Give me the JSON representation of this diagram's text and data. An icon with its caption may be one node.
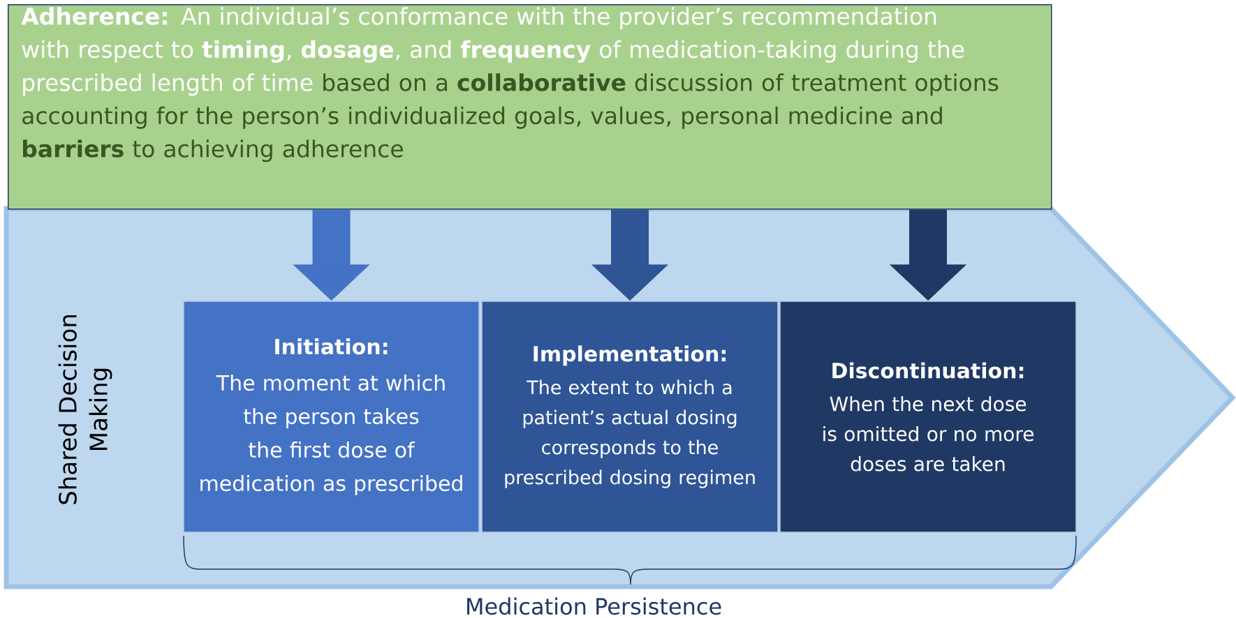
{
  "diagram": {
    "nodes": [
      {
        "text": [
          "**Adherence:** An individual’s conformance with the provider’s recommendation with respect to **timing**, **dosage**, and **frequency** of medication-taking during the prescribed length of time",
          "based on a **collaborative** discussion of treatment options accounting for the person’s individualized goals, values, personal medicine and **barriers** to achieving adherence"
        ]
      },
      {
        "text": [
          "Shared Decision Making"
        ]
      },
      {
        "text": [
          "Initiation:",
          "The moment at which the person takes the first dose of medication as prescribed"
        ],
        "in": 1
      },
      {
        "text": [
          "Implementation:",
          "The extent to which a patient’s actual dosing corresponds to the prescribed dosing regimen"
        ],
        "in": 1
      },
      {
        "text": [
          "Discontinuation:",
          "When the next dose is omitted or no more doses are taken"
        ],
        "in": 1
      }
    ],
    "edges": [
      {
        "from": 0,
        "to": 2,
        "arrow": "to",
        "color": "#4472c4"
      },
      {
        "from": 0,
        "to": 3,
        "arrow": "to",
        "color": "#2f5597"
      },
      {
        "from": 0,
        "to": 4,
        "arrow": "to",
        "color": "#1f3864"
      }
    ],
    "labels": [
      "Medication Persistence"
    ]
  }
}
